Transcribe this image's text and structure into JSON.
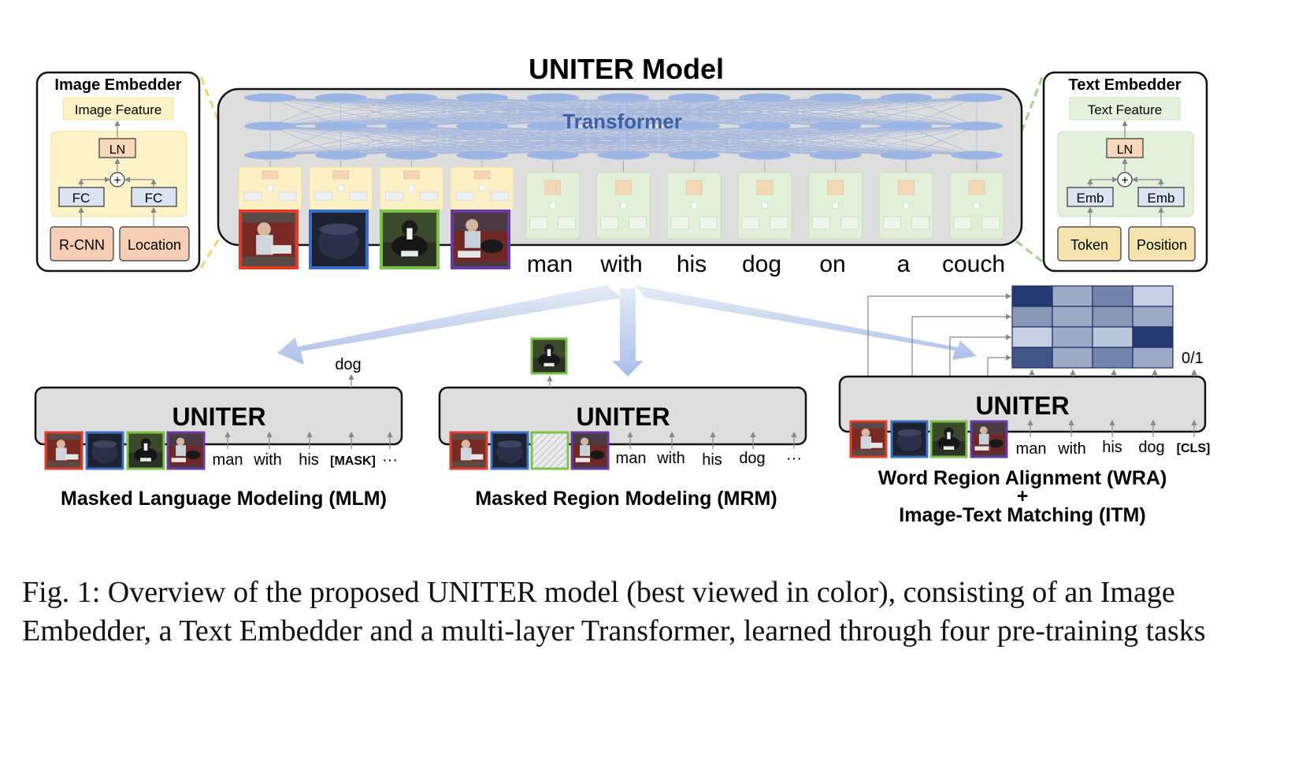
{
  "title": "UNITER Model",
  "transformer_label": "Transformer",
  "image_embedder": {
    "title": "Image Embedder",
    "feature": "Image Feature",
    "ln": "LN",
    "plus": "+",
    "fc_left": "FC",
    "fc_right": "FC",
    "rcnn": "R-CNN",
    "location": "Location"
  },
  "text_embedder": {
    "title": "Text Embedder",
    "feature": "Text Feature",
    "ln": "LN",
    "plus": "+",
    "emb_left": "Emb",
    "emb_right": "Emb",
    "token": "Token",
    "position": "Position"
  },
  "words": [
    "man",
    "with",
    "his",
    "dog",
    "on",
    "a",
    "couch"
  ],
  "region_colors": [
    "#e23b2a",
    "#3a6fc4",
    "#7cc24a",
    "#6a3aa0"
  ],
  "tasks": {
    "mlm": {
      "box": "UNITER",
      "output": "dog",
      "tokens": [
        "man",
        "with",
        "his",
        "[MASK]",
        "···"
      ],
      "name": "Masked Language Modeling (MLM)"
    },
    "mrm": {
      "box": "UNITER",
      "tokens": [
        "man",
        "with",
        "his",
        "dog",
        "···"
      ],
      "name": "Masked Region Modeling (MRM)"
    },
    "itm": {
      "box": "UNITER",
      "tokens": [
        "man",
        "with",
        "his",
        "dog",
        "[CLS]"
      ],
      "output": "0/1",
      "name_line1": "Word Region Alignment (WRA)",
      "plus": "+",
      "name_line2": "Image-Text Matching (ITM)"
    }
  },
  "alignment_matrix": [
    [
      0.95,
      0.35,
      0.55,
      0.15
    ],
    [
      0.45,
      0.35,
      0.45,
      0.35
    ],
    [
      0.15,
      0.35,
      0.2,
      0.95
    ],
    [
      0.8,
      0.35,
      0.55,
      0.35
    ]
  ],
  "caption": "Fig. 1: Overview of the proposed UNITER model (best viewed in color), consisting of an Image Embedder, a Text Embedder and a multi-layer Transformer, learned through four pre-training tasks"
}
